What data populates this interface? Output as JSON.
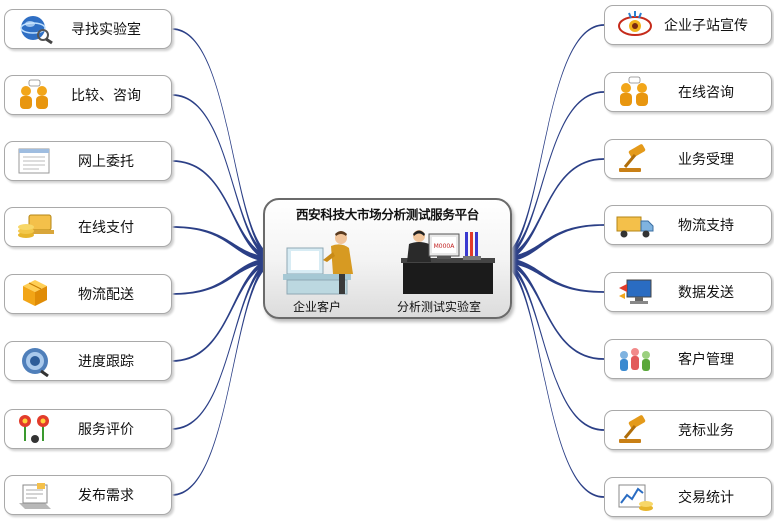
{
  "center": {
    "title": "西安科技大市场分析测试服务平台",
    "left_label": "企业客户",
    "right_label": "分析测试实验室",
    "monitor_text": "M000A"
  },
  "left_nodes": [
    {
      "label": "寻找实验室",
      "icon": "globe-search-icon"
    },
    {
      "label": "比较、咨询",
      "icon": "two-people-icon"
    },
    {
      "label": "网上委托",
      "icon": "document-form-icon"
    },
    {
      "label": "在线支付",
      "icon": "laptop-coins-icon"
    },
    {
      "label": "物流配送",
      "icon": "boxes-icon"
    },
    {
      "label": "进度跟踪",
      "icon": "globe-track-icon"
    },
    {
      "label": "服务评价",
      "icon": "flowers-icon"
    },
    {
      "label": "发布需求",
      "icon": "laptop-document-icon"
    }
  ],
  "right_nodes": [
    {
      "label": "企业子站宣传",
      "icon": "eye-icon"
    },
    {
      "label": "在线咨询",
      "icon": "two-people-icon"
    },
    {
      "label": "业务受理",
      "icon": "gavel-icon"
    },
    {
      "label": "物流支持",
      "icon": "truck-icon"
    },
    {
      "label": "数据发送",
      "icon": "computer-transfer-icon"
    },
    {
      "label": "客户管理",
      "icon": "people-group-icon"
    },
    {
      "label": "竞标业务",
      "icon": "gavel-icon"
    },
    {
      "label": "交易统计",
      "icon": "chart-coins-icon"
    }
  ],
  "colors": {
    "connector": "#2b3f86",
    "border": "#a9a9a9"
  }
}
